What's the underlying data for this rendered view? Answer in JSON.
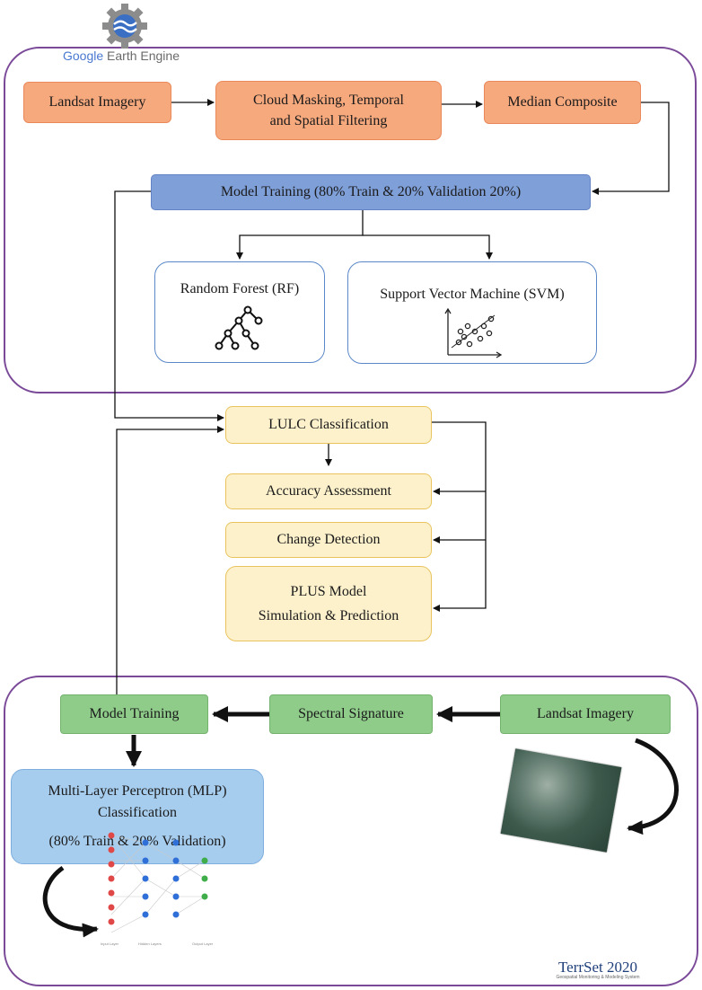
{
  "gee": {
    "logo_text_google": "Google",
    "logo_text_rest": " Earth Engine",
    "logo_icon": "gear-globe-icon"
  },
  "gee_flow": {
    "landsat": "Landsat Imagery",
    "cloud_line1": "Cloud Masking, Temporal",
    "cloud_line2": "and Spatial Filtering",
    "median": "Median Composite",
    "model_training": "Model Training (80% Train & 20% Validation 20%)",
    "rf_label": "Random Forest (RF)",
    "rf_icon": "decision-tree-icon",
    "svm_label": "Support Vector Machine (SVM)",
    "svm_icon": "scatter-plot-icon"
  },
  "middle_flow": {
    "lulc": "LULC Classification",
    "accuracy": "Accuracy Assessment",
    "change": "Change Detection",
    "plus_line1": "PLUS Model",
    "plus_line2": "Simulation & Prediction"
  },
  "terrset_flow": {
    "model_training": "Model Training",
    "spectral": "Spectral Signature",
    "landsat": "Landsat Imagery",
    "mlp_line1": "Multi-Layer Perceptron (MLP)",
    "mlp_line2": "Classification",
    "mlp_line3": "(80% Train & 20% Validation)",
    "satellite_image": "landsat-scene-image",
    "network_image": "neural-network-icon",
    "nn_input_label": "Input Layer",
    "nn_hidden_label": "Hidden Layers",
    "nn_output_label": "Output Layer"
  },
  "terrset": {
    "logo_title": "TerrSet 2020",
    "logo_subtitle": "Geospatial Monitoring & Modeling System"
  },
  "colors": {
    "frame": "#7a4a99",
    "orange": "#f7a97e",
    "blue": "#7f9fd8",
    "yellow": "#fdf1cc",
    "green": "#8fcc8a",
    "lightblue": "#a7cdee"
  }
}
